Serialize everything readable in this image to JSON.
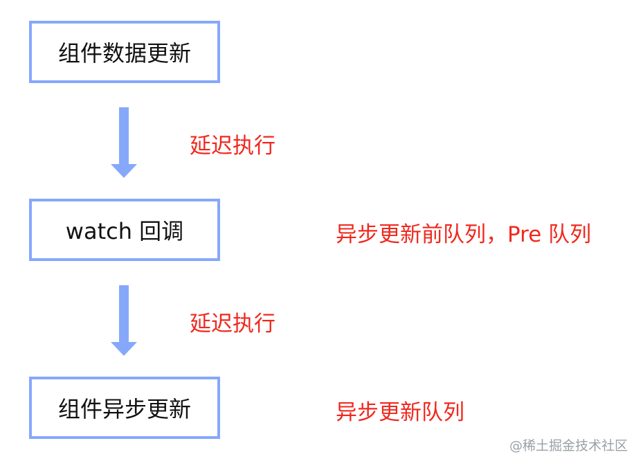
{
  "boxes": {
    "step1": "组件数据更新",
    "step2": "watch 回调",
    "step3": "组件异步更新"
  },
  "arrow_labels": {
    "first": "延迟执行",
    "second": "延迟执行"
  },
  "side_labels": {
    "pre_queue": "异步更新前队列，Pre 队列",
    "queue": "异步更新队列"
  },
  "watermark": "@稀土掘金技术社区",
  "colors": {
    "box_border": "#86a8fb",
    "arrow": "#86a8fb",
    "label_red": "#f0281e"
  }
}
